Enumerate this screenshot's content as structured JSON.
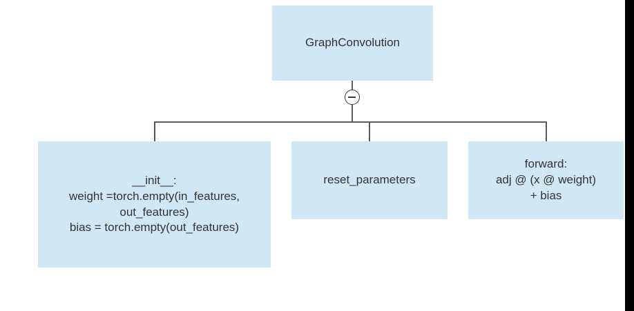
{
  "diagram": {
    "type": "class-hierarchy-tree",
    "colors": {
      "node_fill": "#d0e7f5",
      "connector": "#5a5a5a",
      "text": "#333333",
      "toggle_border": "#3b3b3b",
      "background": "#ffffff",
      "edge_strip": "#000000"
    },
    "root": {
      "label": "GraphConvolution"
    },
    "toggle": {
      "state": "expanded",
      "glyph": "minus-icon"
    },
    "children": [
      {
        "id": "init",
        "label": "__init__:\nweight =torch.empty(in_features,\nout_features)\nbias = torch.empty(out_features)"
      },
      {
        "id": "reset",
        "label": "reset_parameters"
      },
      {
        "id": "forward",
        "label": "forward:\nadj @ (x @ weight)\n+ bias"
      }
    ]
  }
}
